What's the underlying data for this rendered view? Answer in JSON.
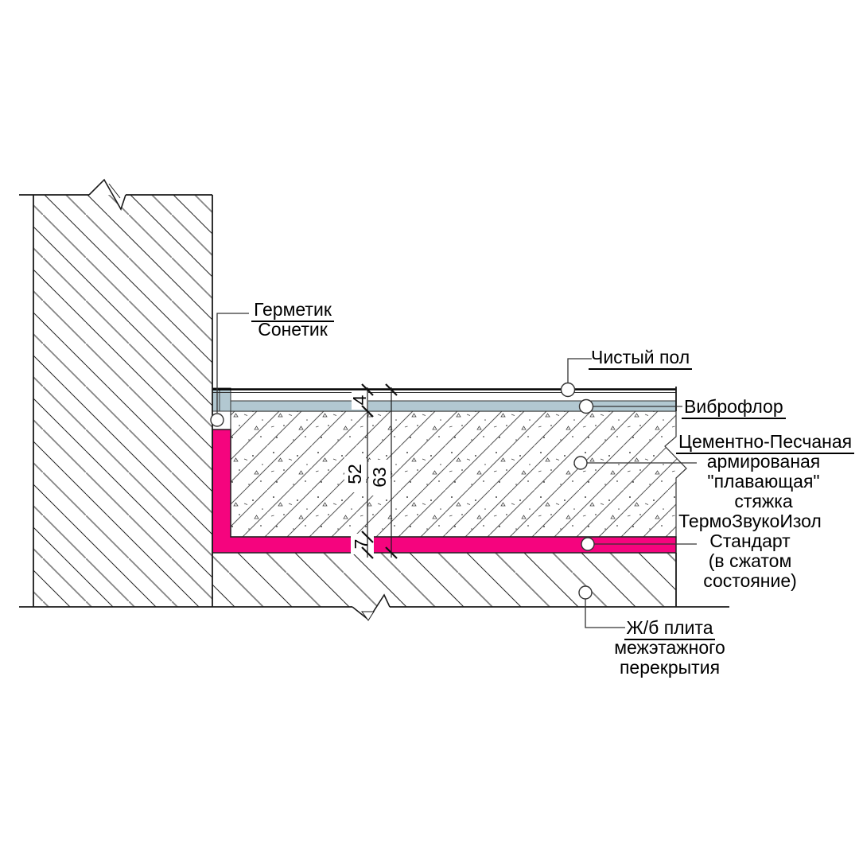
{
  "drawing": {
    "labels": {
      "sealant_line1": "Герметик",
      "sealant_line2": "Сонетик",
      "clean_floor": "Чистый пол",
      "vibrofloor": "Виброфлор",
      "screed_line1": "Цементно-Песчаная",
      "screed_line2": "армированая",
      "screed_line3": "\"плавающая\"",
      "screed_line4": "стяжка",
      "insulation_line1": "ТермоЗвукоИзол",
      "insulation_line2": "Стандарт",
      "insulation_line3": "(в сжатом",
      "insulation_line4": "состояние)",
      "slab_line1": "Ж/б плита",
      "slab_line2": "межэтажного",
      "slab_line3": "перекрытия"
    },
    "dimensions": {
      "finish_and_underlay": "4",
      "screed": "52",
      "total": "63",
      "insulation_compressed": "7"
    },
    "colors": {
      "insulation_pink": "#F5047E",
      "vibrofloor_blue": "#B2C8D1"
    }
  }
}
